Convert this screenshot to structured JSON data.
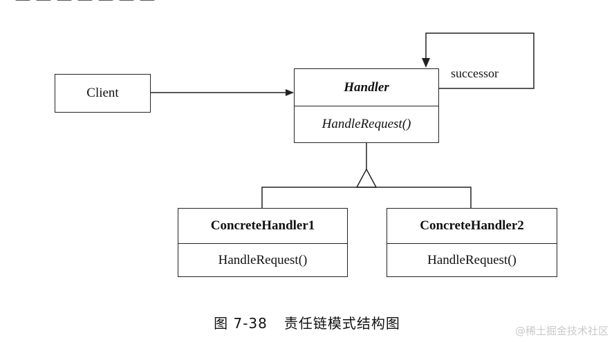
{
  "client": {
    "label": "Client"
  },
  "handler": {
    "name": "Handler",
    "method": "HandleRequest()"
  },
  "successor_label": "successor",
  "concrete_handlers": [
    {
      "name": "ConcreteHandler1",
      "method": "HandleRequest()"
    },
    {
      "name": "ConcreteHandler2",
      "method": "HandleRequest()"
    }
  ],
  "caption": {
    "number": "图 7-38",
    "title": "责任链模式结构图"
  },
  "watermark": "@稀土掘金技术社区",
  "colors": {
    "line": "#222222",
    "watermark": "#c9c9c9"
  }
}
